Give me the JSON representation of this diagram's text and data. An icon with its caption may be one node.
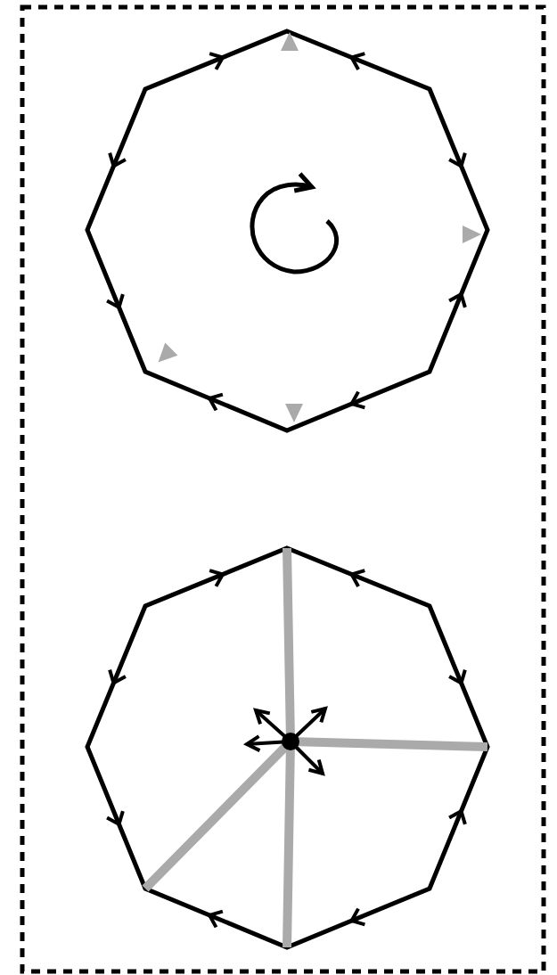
{
  "diagram": {
    "nodes": [
      {
        "text": [],
        "shape": "box"
      },
      {
        "text": [],
        "shape": "octagon",
        "in": 0
      },
      {
        "text": [],
        "shape": "octagon",
        "in": 0
      }
    ]
  }
}
